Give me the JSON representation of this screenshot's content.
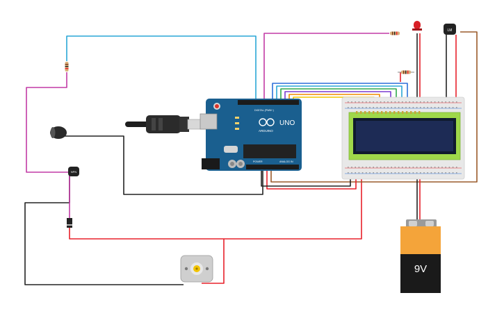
{
  "arduino": {
    "brand": "UNO",
    "sub": "ARDUINO",
    "digital_label": "DIGITAL (PWM~)",
    "power_label": "POWER",
    "analog_label": "ANALOG IN"
  },
  "battery": {
    "label": "9V"
  },
  "colors": {
    "wire_red": "#e8202a",
    "wire_black": "#222222",
    "wire_blue": "#29a6d6",
    "wire_magenta": "#c23aa5",
    "wire_brown": "#9a5a2a",
    "wire_yellow": "#f2c500",
    "wire_orange": "#f08a00",
    "wire_green": "#2fa84a",
    "arduino_blue": "#1a5f8f",
    "lcd_green": "#9fd84a",
    "lcd_screen": "#1d2b55",
    "battery_orange": "#f4a43a"
  }
}
